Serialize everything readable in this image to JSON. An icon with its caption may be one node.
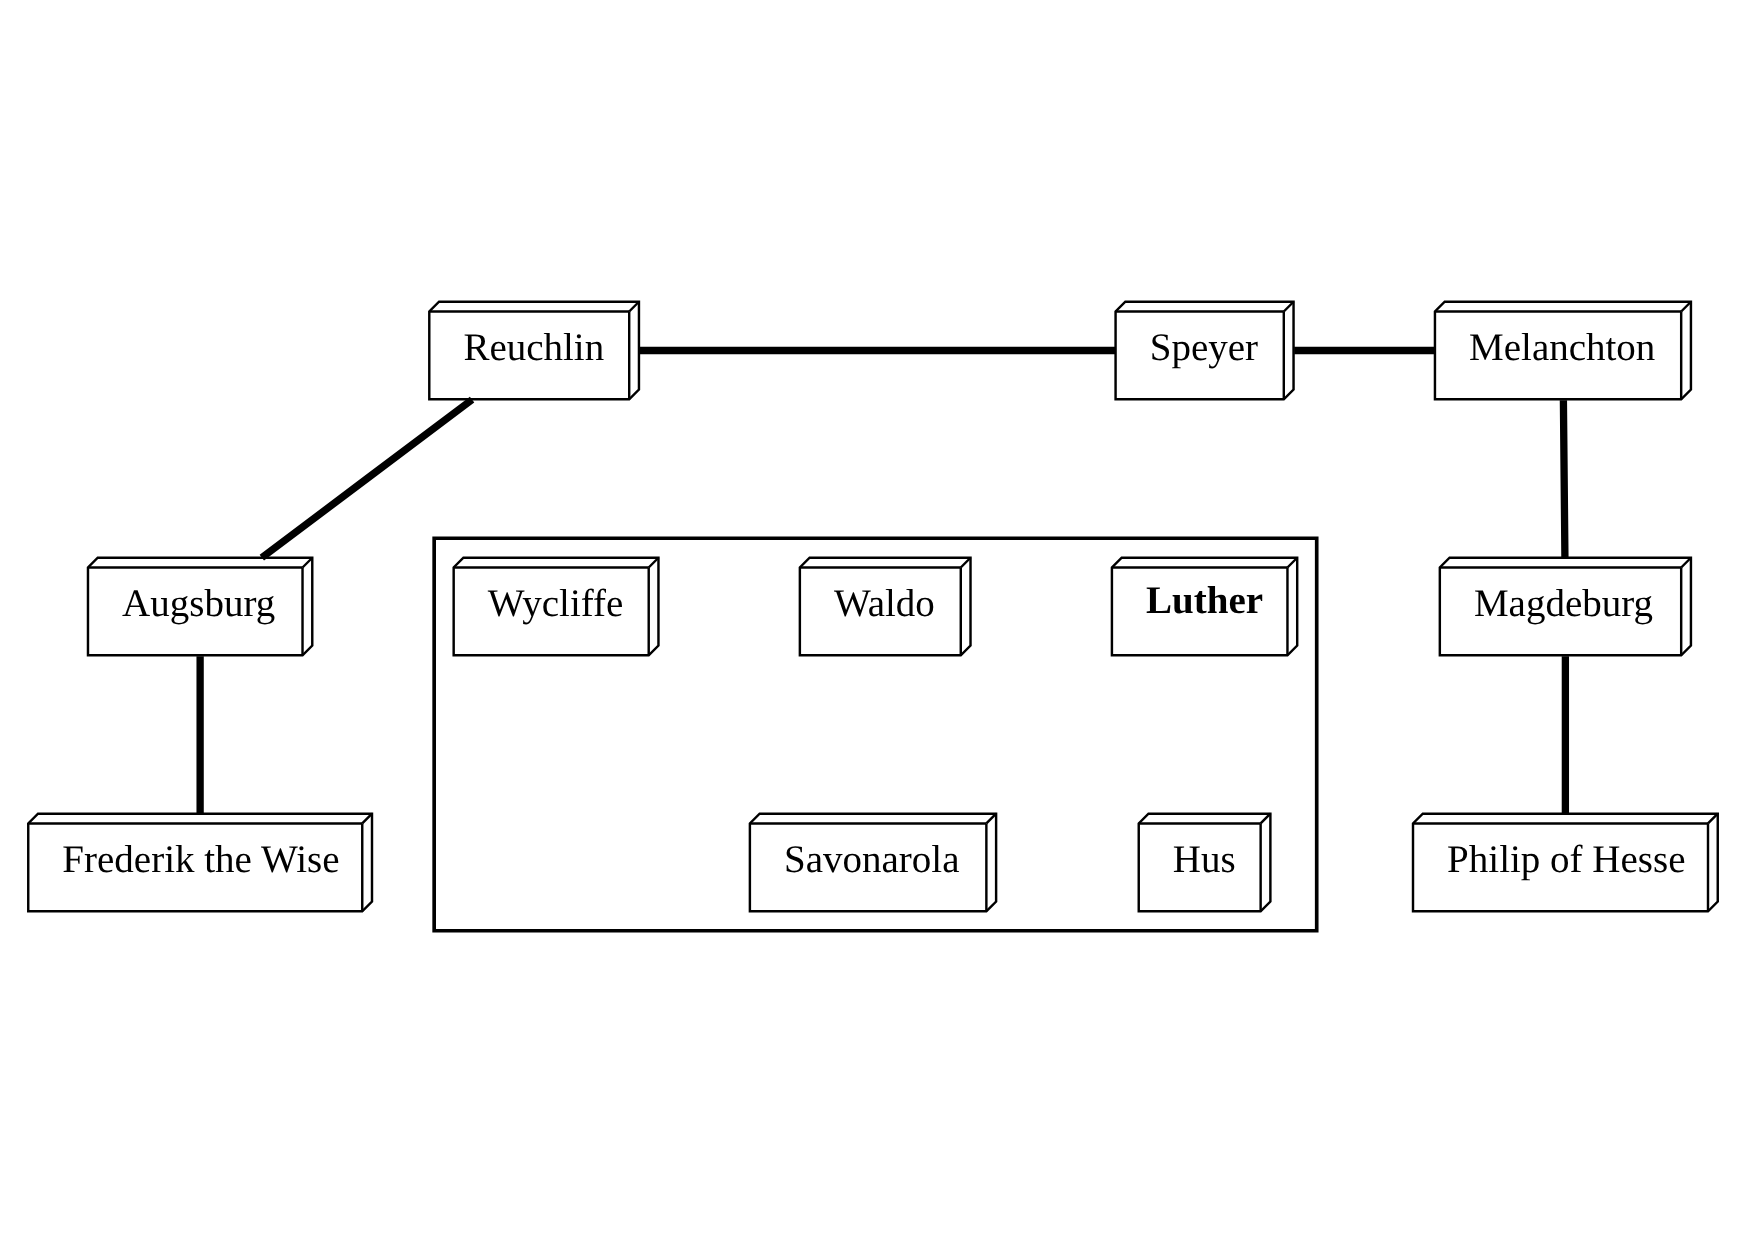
{
  "diagram": {
    "nodes": [
      {
        "text": [
          "Reuchlin"
        ]
      },
      {
        "text": [
          "Speyer"
        ]
      },
      {
        "text": [
          "Melanchton"
        ]
      },
      {
        "text": [
          "Augsburg"
        ]
      },
      {
        "text": [
          "Magdeburg"
        ]
      },
      {
        "text": [
          "Frederik the Wise"
        ]
      },
      {
        "text": [
          "Philip of Hesse"
        ]
      },
      {
        "text": [],
        "shape": "box"
      },
      {
        "text": [
          "Luther"
        ],
        "in": 7
      },
      {
        "text": [
          "Waldo"
        ],
        "in": 7
      },
      {
        "text": [
          "Wycliffe"
        ],
        "in": 7
      },
      {
        "text": [
          "Savonarola"
        ],
        "in": 7
      },
      {
        "text": [
          "Hus"
        ],
        "in": 7
      }
    ],
    "edges": [
      {
        "from": 0,
        "to": 1,
        "arrow": "none"
      },
      {
        "from": 1,
        "to": 2,
        "arrow": "none"
      },
      {
        "from": 0,
        "to": 3,
        "arrow": "none"
      },
      {
        "from": 3,
        "to": 5,
        "arrow": "none"
      },
      {
        "from": 2,
        "to": 4,
        "arrow": "none"
      },
      {
        "from": 4,
        "to": 6,
        "arrow": "none"
      }
    ]
  }
}
